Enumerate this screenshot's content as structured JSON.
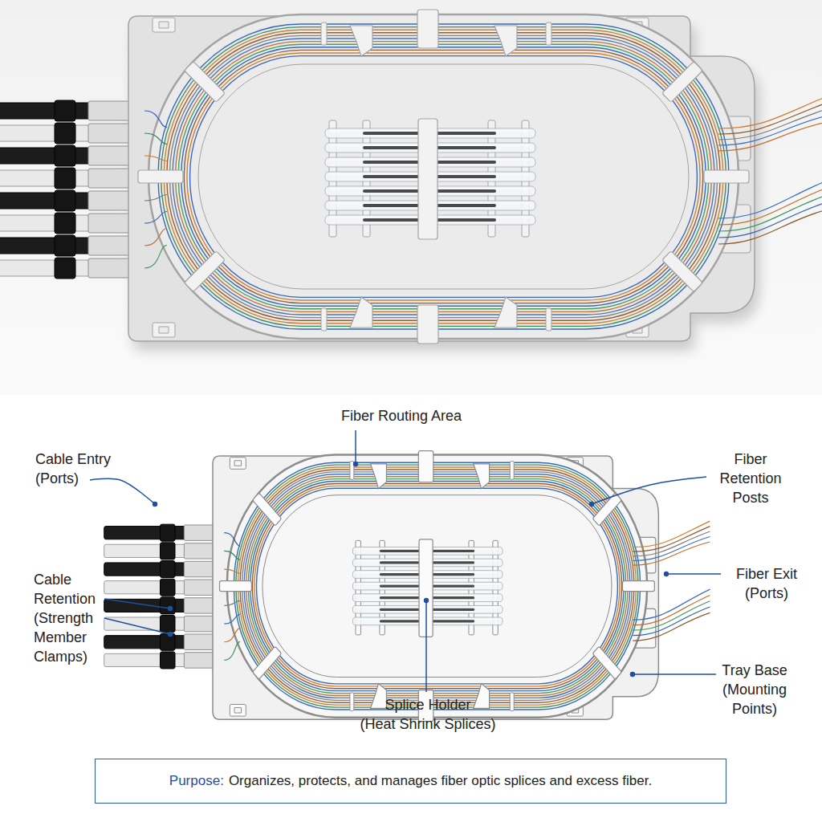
{
  "diagram": {
    "nodes": [
      {
        "text": [
          "Purpose:",
          "Organizes, protects, and manages fiber optic splices and excess fiber."
        ]
      }
    ],
    "labels": [
      "Fiber Routing Area",
      "Cable Entry (Ports)",
      "Fiber Retention Posts",
      "Fiber Exit (Ports)",
      "Cable Retention (Strength Member Clamps)",
      "Tray Base (Mounting Points)",
      "Splice Holder (Heat Shrink Splices)"
    ]
  }
}
